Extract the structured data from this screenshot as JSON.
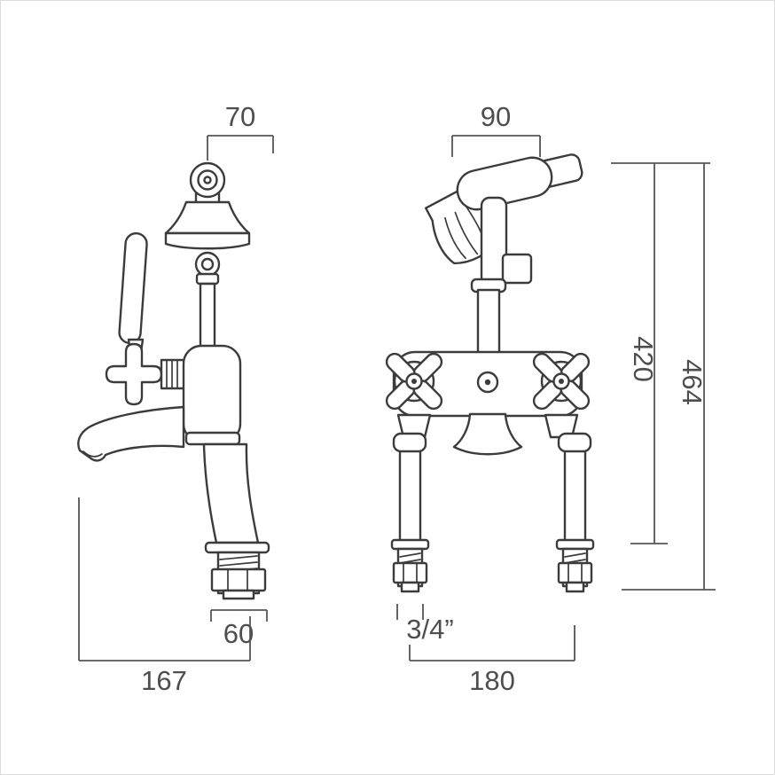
{
  "diagram": {
    "dims": {
      "d70": "70",
      "d90": "90",
      "d420": "420",
      "d464": "464",
      "d60": "60",
      "d34": "3/4”",
      "d167": "167",
      "d180": "180"
    },
    "colors": {
      "line": "#3c3c3c",
      "label": "#4e4e4e",
      "background": "#ffffff"
    }
  }
}
